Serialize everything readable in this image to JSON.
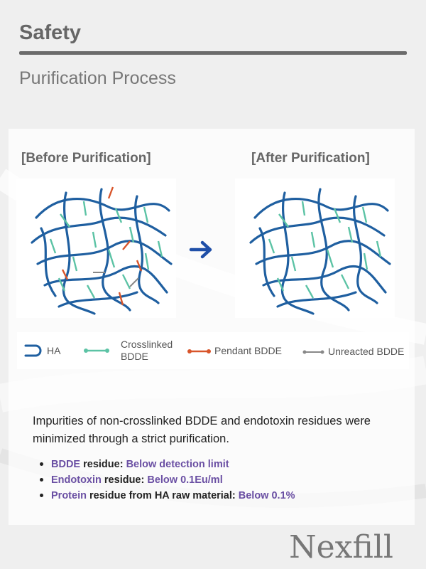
{
  "header": {
    "title": "Safety"
  },
  "subtitle": "Purification Process",
  "diagram": {
    "before_label": "[Before Purification]",
    "after_label": "[After Purification]",
    "legend": {
      "ha": "HA",
      "crosslinked_line1": "Crosslinked",
      "crosslinked_line2": "BDDE",
      "pendant": "Pendant BDDE",
      "unreacted": "Unreacted  BDDE"
    },
    "colors": {
      "ha": "#1f5fa0",
      "crosslinked": "#5cc3a5",
      "pendant": "#d8552b",
      "unreacted": "#888888",
      "arrow": "#1f4fa8"
    }
  },
  "description": "Impurities of non-crosslinked BDDE and endotoxin residues were minimized through a strict purification.",
  "bullets": [
    {
      "key": "BDDE",
      "mid": " residue: ",
      "value": "Below detection limit"
    },
    {
      "key": "Endotoxin",
      "mid": " residue: ",
      "value": "Below 0.1Eu/ml"
    },
    {
      "key": "Protein",
      "mid": " residue from HA raw material: ",
      "value": "Below 0.1%"
    }
  ],
  "brand": "Nexfill"
}
